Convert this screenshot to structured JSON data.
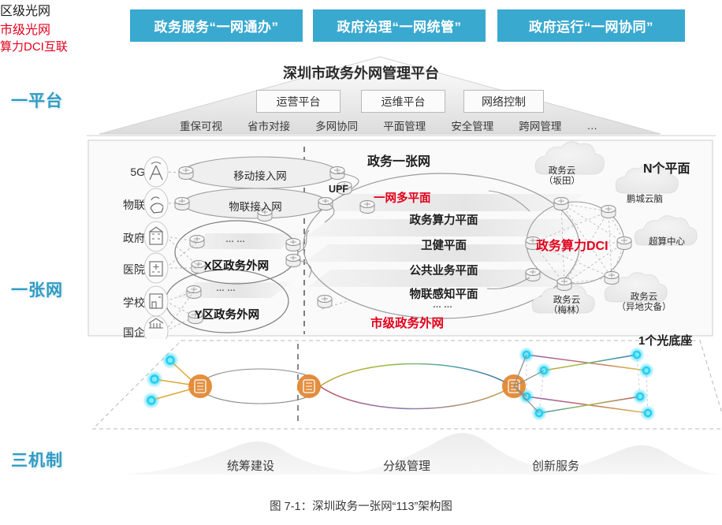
{
  "header": {
    "pills": [
      "政务服务“一网通办”",
      "政府治理“一网统管”",
      "政府运行“一网协同”"
    ]
  },
  "side_labels": [
    "一平台",
    "一张网",
    "三机制"
  ],
  "platform": {
    "title": "深圳市政务外网管理平台",
    "boxes": [
      "运营平台",
      "运维平台",
      "网络控制"
    ],
    "features": [
      "重保可视",
      "省市对接",
      "多网协同",
      "平面管理",
      "安全管理",
      "跨网管理",
      "…"
    ]
  },
  "network": {
    "title": "政务一张网",
    "n_planes": "N个平面",
    "sources": [
      "5G",
      "物联",
      "政府",
      "医院",
      "学校",
      "国企"
    ],
    "access_networks": [
      "移动接入网",
      "物联接入网"
    ],
    "upf": "UPF",
    "zones": [
      "X区政务外网",
      "Y区政务外网"
    ],
    "zone_dots": "……",
    "multi_plane_label": "一网多平面",
    "planes": [
      "政务算力平面",
      "卫健平面",
      "公共业务平面",
      "物联感知平面"
    ],
    "plane_dots": "……",
    "city_network_label": "市级政务外网",
    "dci_label": "政务算力DCI",
    "clouds": [
      {
        "line1": "政务云",
        "line2": "（坂田）"
      },
      {
        "line1": "鹏城云脑",
        "line2": ""
      },
      {
        "line1": "超算中心",
        "line2": ""
      },
      {
        "line1": "政务云",
        "line2": "（异地灾备）"
      },
      {
        "line1": "政务云",
        "line2": "（梅林）"
      }
    ]
  },
  "optical": {
    "base_label": "1个光底座",
    "district_optical": "区级光网",
    "city_optical": "市级光网",
    "dci_interconnect": "算力DCI互联"
  },
  "mechanisms": [
    "统筹建设",
    "分级管理",
    "创新服务"
  ],
  "caption": "图 7-1：深圳政务一张网“113”架构图",
  "colors": {
    "accent_blue": "#3aa9cf",
    "side_label": "#2f9cc4",
    "red": "#e3001b",
    "orange_node": "#e07b28",
    "cyan_node": "#24d4f5"
  }
}
